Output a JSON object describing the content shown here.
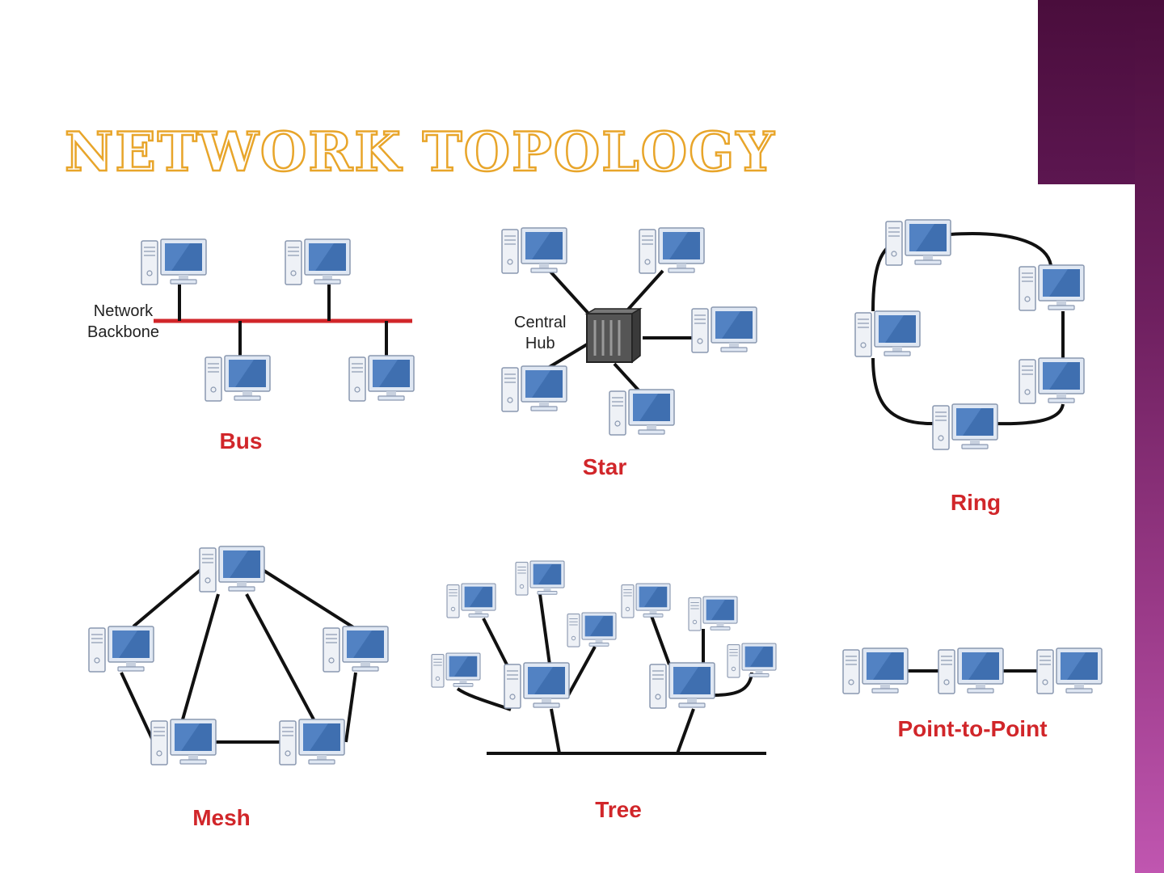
{
  "slide": {
    "title": "Network Topology"
  },
  "topologies": {
    "bus": {
      "label": "Bus",
      "backbone_label_line1": "Network",
      "backbone_label_line2": "Backbone"
    },
    "star": {
      "label": "Star",
      "hub_label_line1": "Central",
      "hub_label_line2": "Hub"
    },
    "ring": {
      "label": "Ring"
    },
    "mesh": {
      "label": "Mesh"
    },
    "tree": {
      "label": "Tree"
    },
    "point_to_point": {
      "label": "Point-to-Point"
    }
  },
  "colors": {
    "bus_line": "#d1262a",
    "link": "#111111",
    "caption": "#d1262a",
    "title_outline": "#e8a52a",
    "side_band_top": "#4a0d3c",
    "side_band_bottom": "#c056b0"
  },
  "icons": {
    "node": "desktop-computer-icon",
    "hub": "network-hub-icon"
  }
}
